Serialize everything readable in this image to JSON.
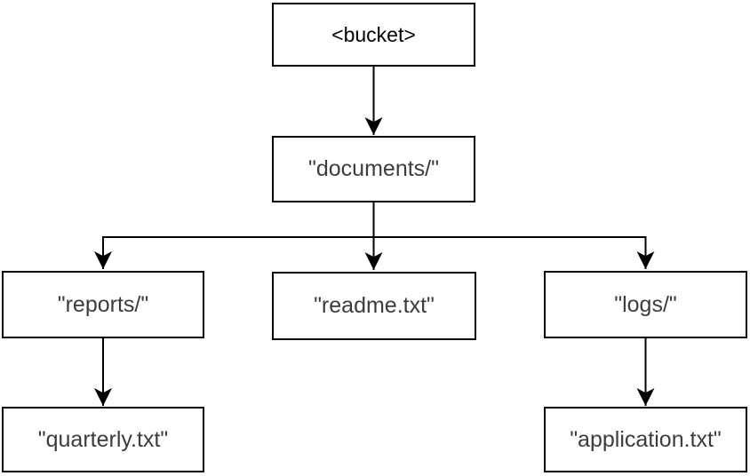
{
  "diagram": {
    "colors": {
      "background": "#ffffff",
      "border": "#000000",
      "label": "#3c3c3c",
      "root_label": "#000000"
    },
    "nodes": [
      {
        "id": "bucket",
        "label": "<bucket>"
      },
      {
        "id": "documents",
        "label": "\"documents/\""
      },
      {
        "id": "reports",
        "label": "\"reports/\""
      },
      {
        "id": "readme",
        "label": "\"readme.txt\""
      },
      {
        "id": "logs",
        "label": "\"logs/\""
      },
      {
        "id": "quarterly",
        "label": "\"quarterly.txt\""
      },
      {
        "id": "application",
        "label": "\"application.txt\""
      }
    ],
    "edges": [
      {
        "from": "bucket",
        "to": "documents"
      },
      {
        "from": "documents",
        "to": "reports"
      },
      {
        "from": "documents",
        "to": "readme"
      },
      {
        "from": "documents",
        "to": "logs"
      },
      {
        "from": "reports",
        "to": "quarterly"
      },
      {
        "from": "logs",
        "to": "application"
      }
    ]
  }
}
